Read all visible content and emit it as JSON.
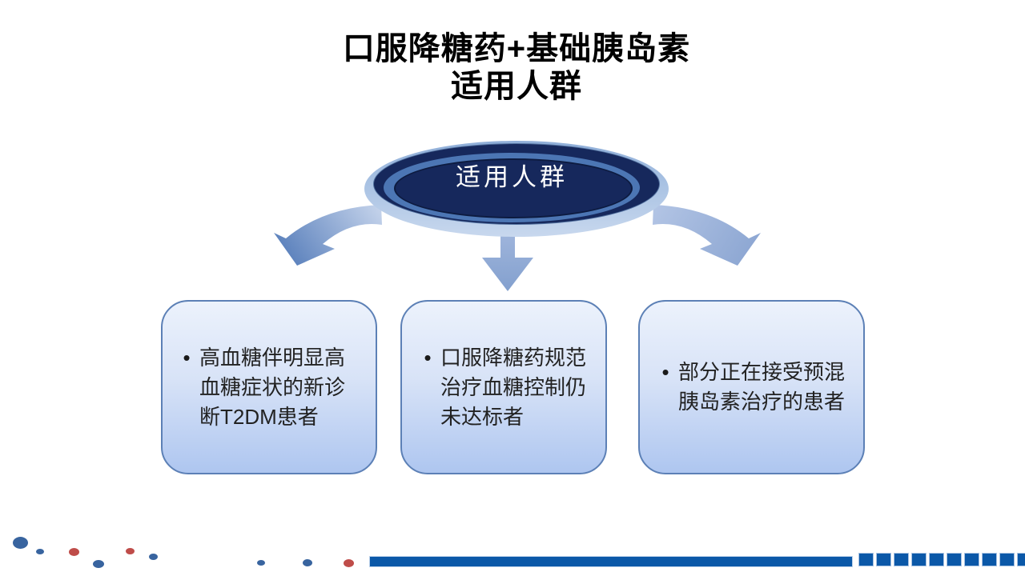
{
  "slide": {
    "title": {
      "line1": "口服降糖药+基础胰岛素",
      "line2": "适用人群"
    },
    "hub": {
      "label": "适用人群"
    },
    "bullet_char": "•",
    "boxes": [
      {
        "text": "高血糖伴明显高血糖症状的新诊断T2DM患者"
      },
      {
        "text": "口服降糖药规范治疗血糖控制仍未达标者"
      },
      {
        "text": "部分正在接受预混胰岛素治疗的患者"
      }
    ],
    "colors": {
      "title_text": "#000000",
      "hub_navy": "#16285C",
      "hub_ring": "#4C76B4",
      "hub_saucer": "#A9C2E3",
      "hub_label_text": "#FFFFFF",
      "arrow_light": "#C7D5EC",
      "arrow_dark": "#5F84BE",
      "card_top": "#ECF2FC",
      "card_bottom": "#AEC6F0",
      "card_border": "#5C80B6",
      "card_text": "#222222",
      "footer_bar": "#0B58A8",
      "dot_blue": "#38649F",
      "dot_red": "#BF4C49"
    }
  }
}
